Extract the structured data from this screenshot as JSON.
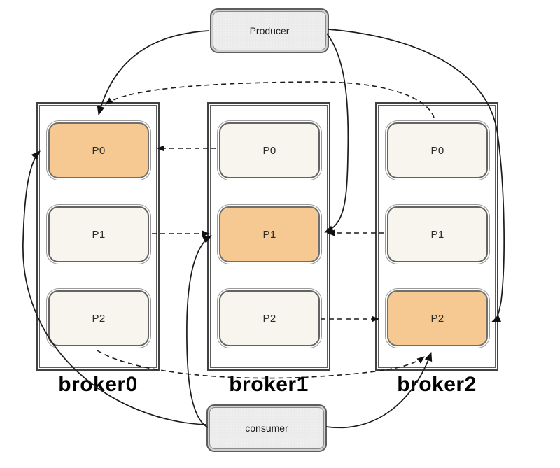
{
  "colors": {
    "leader_fill": "#f6c892",
    "replica_fill": "#f8f5ee",
    "node_fill": "#ebebeb",
    "line_color": "#1c1c1c"
  },
  "producer": {
    "label": "Producer"
  },
  "consumer": {
    "label": "consumer"
  },
  "brokers": [
    {
      "name": "broker0",
      "partitions": [
        {
          "label": "P0",
          "leader": true
        },
        {
          "label": "P1",
          "leader": false
        },
        {
          "label": "P2",
          "leader": false
        }
      ]
    },
    {
      "name": "broker1",
      "partitions": [
        {
          "label": "P0",
          "leader": false
        },
        {
          "label": "P1",
          "leader": true
        },
        {
          "label": "P2",
          "leader": false
        }
      ]
    },
    {
      "name": "broker2",
      "partitions": [
        {
          "label": "P0",
          "leader": false
        },
        {
          "label": "P1",
          "leader": false
        },
        {
          "label": "P2",
          "leader": true
        }
      ]
    }
  ],
  "connections": [
    {
      "from": "Producer",
      "to": "broker0.P0",
      "style": "solid"
    },
    {
      "from": "Producer",
      "to": "broker1.P1",
      "style": "solid"
    },
    {
      "from": "Producer",
      "to": "broker2.P2",
      "style": "solid"
    },
    {
      "from": "consumer",
      "to": "broker0.P0",
      "style": "solid"
    },
    {
      "from": "consumer",
      "to": "broker1.P1",
      "style": "solid"
    },
    {
      "from": "consumer",
      "to": "broker2.P2",
      "style": "solid"
    },
    {
      "from": "broker1.P0",
      "to": "broker0.P0",
      "style": "dashed"
    },
    {
      "from": "broker2.P0",
      "to": "broker0.P0",
      "style": "dashed"
    },
    {
      "from": "broker0.P1",
      "to": "broker1.P1",
      "style": "dashed"
    },
    {
      "from": "broker2.P1",
      "to": "broker1.P1",
      "style": "dashed"
    },
    {
      "from": "broker1.P2",
      "to": "broker2.P2",
      "style": "dashed"
    },
    {
      "from": "broker0.P2",
      "to": "broker2.P2",
      "style": "dashed"
    }
  ]
}
